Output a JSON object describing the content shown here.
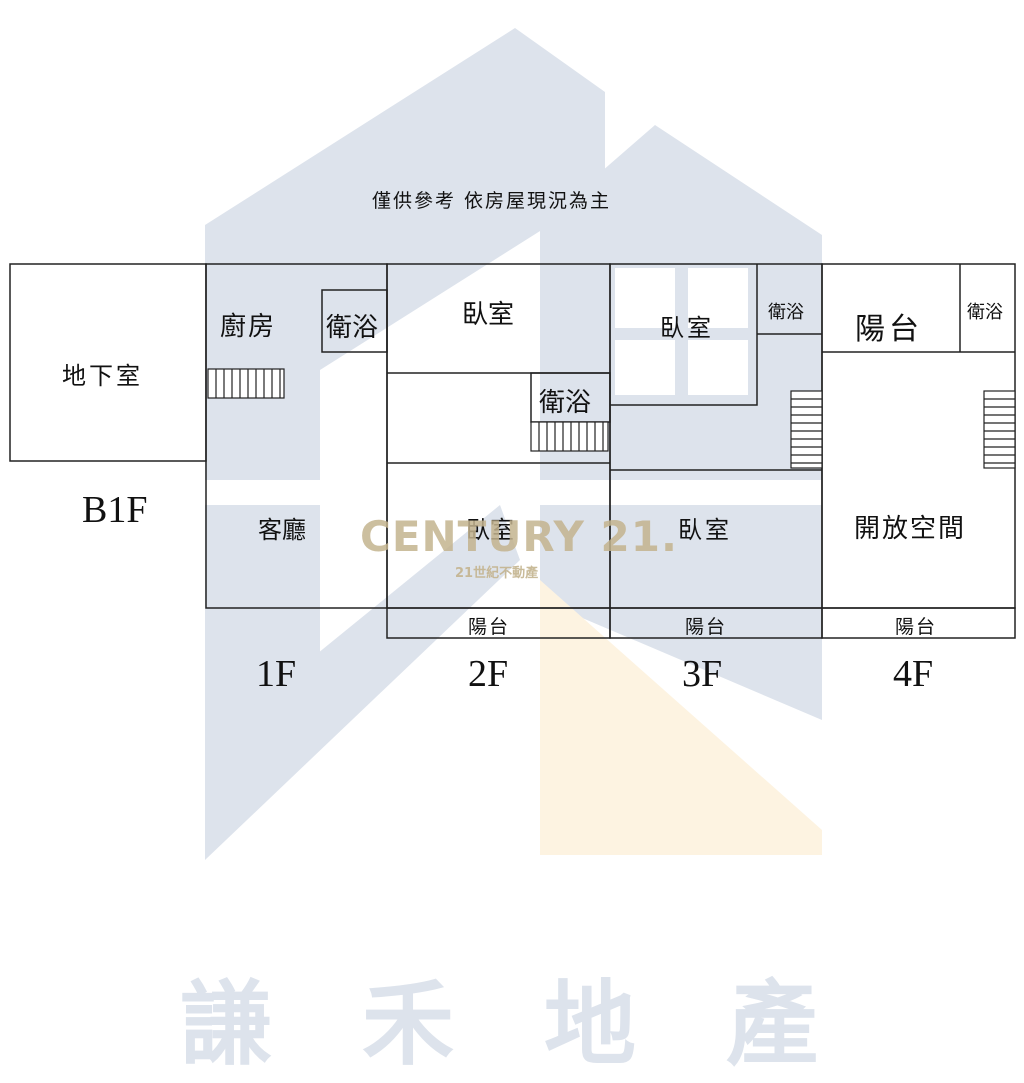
{
  "disclaimer": "僅供參考 依房屋現況為主",
  "watermark": {
    "brand_text": "謙禾地產",
    "logo_text": "CENTURY 21.",
    "logo_subtext": "21世紀不動產",
    "colors": {
      "house_blue": "#dde3ec",
      "house_orange": "#fdf3e1",
      "logo_gold": "#c4b48f"
    }
  },
  "floors": {
    "b1f": {
      "label": "B1F",
      "rooms": {
        "basement": "地下室"
      }
    },
    "f1": {
      "label": "1F",
      "rooms": {
        "kitchen": "廚房",
        "bath": "衛浴",
        "living": "客廳"
      }
    },
    "f2": {
      "label": "2F",
      "rooms": {
        "bedroom_top": "臥室",
        "bath": "衛浴",
        "bedroom_bottom": "臥室",
        "balcony": "陽台"
      }
    },
    "f3": {
      "label": "3F",
      "rooms": {
        "bedroom_top": "臥室",
        "bath": "衛浴",
        "bedroom_bottom": "臥室",
        "balcony": "陽台"
      }
    },
    "f4": {
      "label": "4F",
      "rooms": {
        "balcony_top": "陽台",
        "bath": "衛浴",
        "open_space": "開放空間",
        "balcony": "陽台"
      }
    }
  }
}
